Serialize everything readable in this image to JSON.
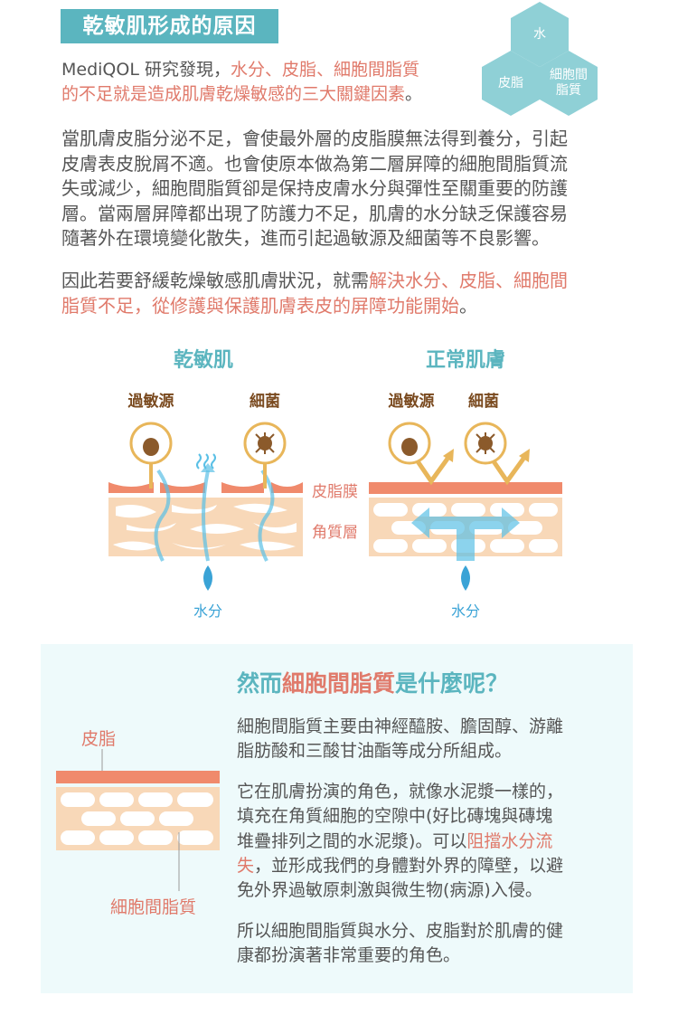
{
  "header": {
    "title": "乾敏肌形成的原因"
  },
  "hexagons": {
    "top": "水",
    "left": "皮脂",
    "right_line1": "細胞間",
    "right_line2": "脂質"
  },
  "intro": [
    [
      {
        "t": "MediQOL 研究發現，"
      },
      {
        "t": "水分、皮脂、細胞間脂質",
        "c": "r"
      }
    ],
    [
      {
        "t": "的不足就是造成肌膚乾燥敏感的三大關鍵因素",
        "c": "r"
      },
      {
        "t": "。"
      }
    ]
  ],
  "paragraph2": [
    [
      {
        "t": "當肌膚皮脂分泌不足，會使最外層的皮脂膜無法得到養分，引起"
      }
    ],
    [
      {
        "t": "皮膚表皮脫屑不適。也會使原本做為第二層屏障的細胞間脂質流"
      }
    ],
    [
      {
        "t": "失或減少，細胞間脂質卻是保持皮膚水分與彈性至關重要的防護"
      }
    ],
    [
      {
        "t": "層。當兩層屏障都出現了防護力不足，肌膚的水分缺乏保護容易"
      }
    ],
    [
      {
        "t": "隨著外在環境變化散失，進而引起過敏源及細菌等不良影響。"
      }
    ]
  ],
  "paragraph3": [
    [
      {
        "t": "因此若要舒緩乾燥敏感肌膚狀況，就需"
      },
      {
        "t": "解決水分、皮脂、細胞間",
        "c": "r"
      }
    ],
    [
      {
        "t": "脂質不足，從修護與保護肌膚表皮的屏障功能開始",
        "c": "r"
      },
      {
        "t": "。"
      }
    ]
  ],
  "diagram": {
    "left_title": "乾敏肌",
    "right_title": "正常肌膚",
    "allergen": "過敏源",
    "bacteria": "細菌",
    "sebum_film": "皮脂膜",
    "stratum_corneum": "角質層",
    "water": "水分"
  },
  "section2": {
    "question": [
      [
        {
          "t": "然而",
          "c": "t"
        },
        {
          "t": "細胞間脂質",
          "c": "r"
        },
        {
          "t": "是什麼呢？",
          "c": "t"
        }
      ]
    ],
    "sebum_label": "皮脂",
    "lipid_label": "細胞間脂質",
    "body1": [
      [
        {
          "t": "細胞間脂質主要由神經醯胺、膽固醇、游離"
        }
      ],
      [
        {
          "t": "脂肪酸和三酸甘油酯等成分所組成。"
        }
      ]
    ],
    "body2": [
      [
        {
          "t": "它在肌膚扮演的角色，就像水泥漿一樣的，"
        }
      ],
      [
        {
          "t": "填充在角質細胞的空隙中(好比磚塊與磚塊"
        }
      ],
      [
        {
          "t": "堆疊排列之間的水泥漿)。可以"
        },
        {
          "t": "阻擋水分流",
          "c": "r"
        }
      ],
      [
        {
          "t": "失",
          "c": "r"
        },
        {
          "t": "，並形成我們的身體對外界的障壁，以避"
        }
      ],
      [
        {
          "t": "免外界過敏原刺激與微生物(病源)入侵。"
        }
      ]
    ],
    "body3": [
      [
        {
          "t": "所以細胞間脂質與水分、皮脂對於肌膚的健"
        }
      ],
      [
        {
          "t": "康都扮演著非常重要的角色。"
        }
      ]
    ]
  },
  "colors": {
    "teal": "#5bb5bf",
    "red": "#e07a6b",
    "hex": "#8fd0d6",
    "sebum": "#f08a6c",
    "layer": "#f8d8b8",
    "brown": "#7a4a1f",
    "gold": "#e8b65a",
    "water": "#5bc0e6",
    "box": "#eefafb"
  }
}
